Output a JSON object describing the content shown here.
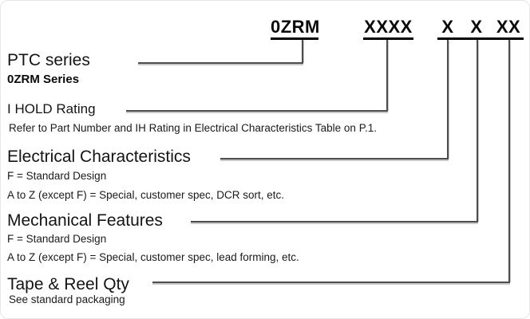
{
  "part_number": {
    "prefix": "0ZRM",
    "hold_rating_code": "XXXX",
    "electrical_code": "X",
    "mechanical_code": "X",
    "tape_reel_code": "XX"
  },
  "sections": [
    {
      "title": "PTC series",
      "lines": [
        "0ZRM Series"
      ]
    },
    {
      "title": "I HOLD Rating",
      "lines": [
        "Refer to Part Number and IH Rating in Electrical Characteristics Table on P.1."
      ]
    },
    {
      "title": "Electrical Characteristics",
      "lines": [
        "F = Standard Design",
        "A to Z (except F) = Special, customer spec, DCR sort, etc."
      ]
    },
    {
      "title": "Mechanical Features",
      "lines": [
        "F = Standard Design",
        "A to Z (except F) = Special, customer spec, lead forming, etc."
      ]
    },
    {
      "title": "Tape & Reel Qty",
      "lines": [
        "See standard packaging"
      ]
    }
  ],
  "colors": {
    "text": "#111111",
    "part_number_underline": "#000000",
    "connector_line": "#4d4d4d",
    "connector_shadow": "#c9c9c9",
    "background": "#ffffff"
  }
}
